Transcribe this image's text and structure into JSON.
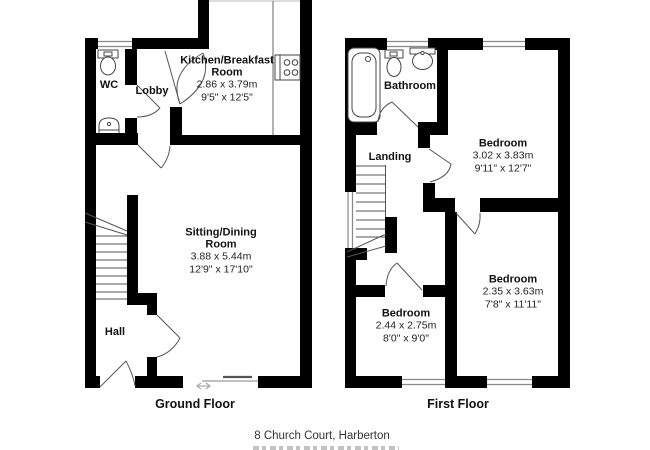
{
  "title": "8 Church Court, Harberton",
  "colors": {
    "wall": "#000000",
    "thin_line": "#555555",
    "window_line": "#888888",
    "text": "#111111"
  },
  "plans": {
    "ground": {
      "floor_label": "Ground Floor",
      "rooms": {
        "kitchen": {
          "line1": "Kitchen/Breakfast",
          "line2": "Room",
          "metric": "2.86 x 3.79m",
          "imperial": "9'5\" x 12'5\""
        },
        "wc": {
          "name": "WC"
        },
        "lobby": {
          "name": "Lobby"
        },
        "sitting": {
          "line1": "Sitting/Dining",
          "line2": "Room",
          "metric": "3.88 x 5.44m",
          "imperial": "12'9\" x 17'10\""
        },
        "hall": {
          "name": "Hall"
        }
      }
    },
    "first": {
      "floor_label": "First Floor",
      "rooms": {
        "bathroom": {
          "name": "Bathroom"
        },
        "landing": {
          "name": "Landing"
        },
        "bedroom1": {
          "name": "Bedroom",
          "metric": "3.02 x 3.83m",
          "imperial": "9'11\" x 12'7\""
        },
        "bedroom2": {
          "name": "Bedroom",
          "metric": "2.35 x 3.63m",
          "imperial": "7'8\" x 11'11\""
        },
        "bedroom3": {
          "name": "Bedroom",
          "metric": "2.44 x 2.75m",
          "imperial": "8'0\" x 9'0\""
        }
      }
    }
  }
}
